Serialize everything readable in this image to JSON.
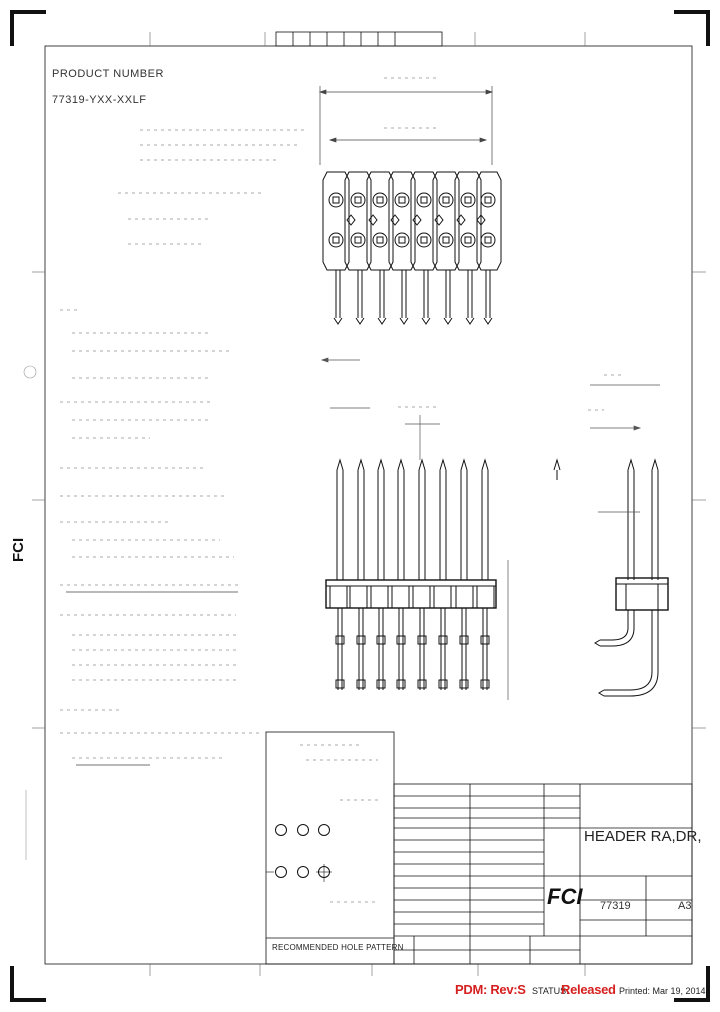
{
  "header": {
    "product_label": "PRODUCT NUMBER",
    "product_number": "77319-YXX-XXLF"
  },
  "sidebar": {
    "logo": "FCI"
  },
  "hole_pattern": {
    "title": "RECOMMENDED HOLE PATTERN"
  },
  "title_block": {
    "title": "HEADER RA,DR,",
    "drawing_number": "77319",
    "size": "A3",
    "logo": "FCI"
  },
  "footer": {
    "pdm": "PDM: Rev:S",
    "status_label": "STATUS:",
    "status_value": "Released",
    "printed": "Printed: Mar 19, 2014"
  },
  "colors": {
    "line": "#111111",
    "faint": "#9a9a9a",
    "red": "#d62020"
  }
}
